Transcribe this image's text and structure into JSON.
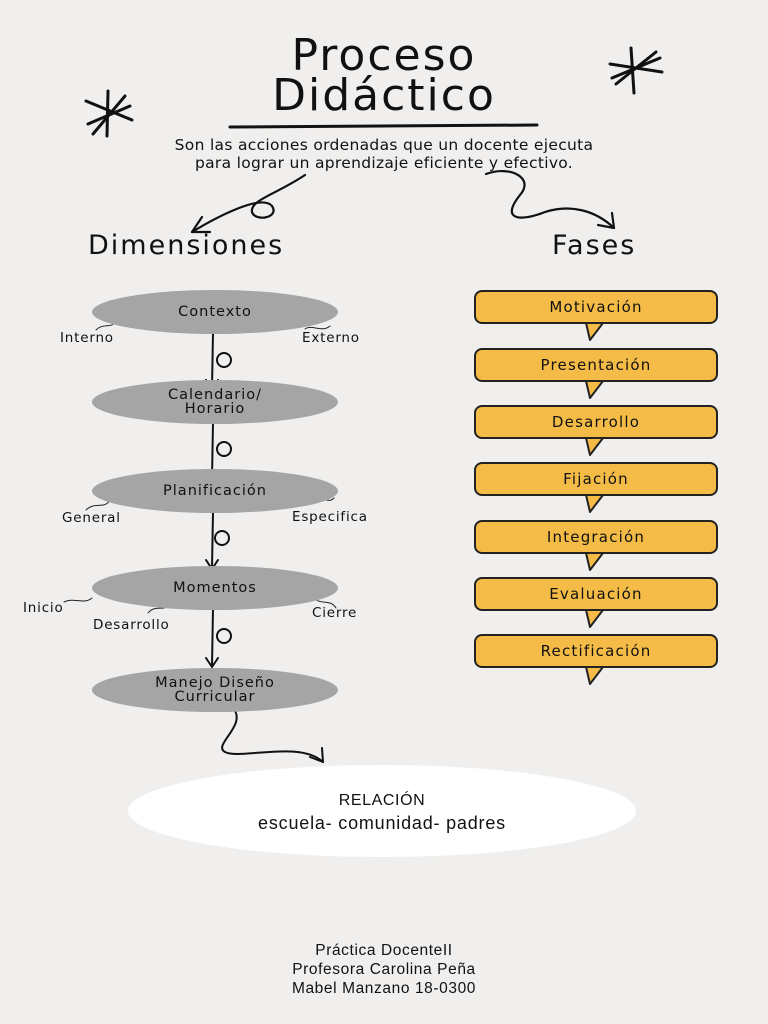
{
  "title": {
    "line1": "Proceso",
    "line2": "Didáctico"
  },
  "subtitle": {
    "line1": "Son las acciones ordenadas que un docente ejecuta",
    "line2": "para lograr un aprendizaje eficiente y efectivo."
  },
  "dimensions": {
    "heading": "Dimensiones",
    "context": {
      "label": "Contexto",
      "left": "Interno",
      "right": "Externo"
    },
    "calendar": {
      "line1": "Calendario/",
      "line2": "Horario"
    },
    "planning": {
      "label": "Planificación",
      "left": "General",
      "right": "Especifica"
    },
    "moments": {
      "label": "Momentos",
      "left": "Inicio",
      "middle": "Desarrollo",
      "right": "Cierre"
    },
    "curriculum": {
      "line1": "Manejo Diseño",
      "line2": "Curricular"
    }
  },
  "phases": {
    "heading": "Fases",
    "items": [
      "Motivación",
      "Presentación",
      "Desarrollo",
      "Fijación",
      "Integración",
      "Evaluación",
      "Rectificación"
    ]
  },
  "relation": {
    "line1": "RELACIÓN",
    "line2": "escuela- comunidad- padres"
  },
  "credits": {
    "line1": "Práctica DocenteII",
    "line2": "Profesora Carolina Peña",
    "line3": "Mabel Manzano 18-0300"
  },
  "colors": {
    "background": "#f0efee",
    "oval": "#a5a5a5",
    "phase_fill": "#f4bc47",
    "outline": "#222222"
  },
  "icons": [
    "asterisk-icon",
    "curly-arrow-icon",
    "speech-bubble-tail"
  ]
}
